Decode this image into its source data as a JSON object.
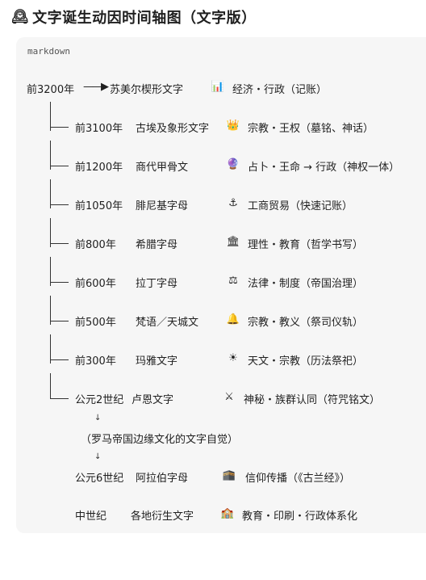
{
  "title": "文字诞生动因时间轴图（文字版）",
  "title_icon": "🕰",
  "code_lang": "markdown",
  "root": {
    "date": "前3200年",
    "arrow": "——▶",
    "script": "苏美尔楔形文字",
    "icon": "📊",
    "motive": "经济・行政（记账）"
  },
  "rows": [
    {
      "date": "前3100年",
      "script": "古埃及象形文字",
      "icon": "👑",
      "motive": "宗教・王权（墓铭、神话）"
    },
    {
      "date": "前1200年",
      "script": "商代甲骨文",
      "icon": "🔮",
      "motive": "占卜・王命 → 行政（神权一体）"
    },
    {
      "date": "前1050年",
      "script": "腓尼基字母",
      "icon": "⚓",
      "motive": "工商贸易（快速记账）"
    },
    {
      "date": "前800年",
      "script": "希腊字母",
      "icon": "🏛",
      "motive": "理性・教育（哲学书写）"
    },
    {
      "date": "前600年",
      "script": "拉丁字母",
      "icon": "⚖",
      "motive": "法律・制度（帝国治理）"
    },
    {
      "date": "前500年",
      "script": "梵语／天城文",
      "icon": "🔔",
      "motive": "宗教・教义（祭司仪轨）"
    },
    {
      "date": "前300年",
      "script": "玛雅文字",
      "icon": "☀",
      "motive": "天文・宗教（历法祭祀）"
    },
    {
      "date": "公元2世纪",
      "script": "卢恩文字",
      "icon": "⚔",
      "motive": "神秘・族群认同（符咒铭文）"
    }
  ],
  "down_arrow": "↓",
  "note": "（罗马帝国边缘文化的文字自觉）",
  "tail": [
    {
      "date": "公元6世纪",
      "script": "阿拉伯字母",
      "icon": "🕋",
      "motive": "信仰传播（《古兰经》）"
    },
    {
      "date": "中世纪",
      "script": "各地衍生文字",
      "icon": "🏫",
      "motive": "教育・印刷・行政体系化"
    }
  ]
}
